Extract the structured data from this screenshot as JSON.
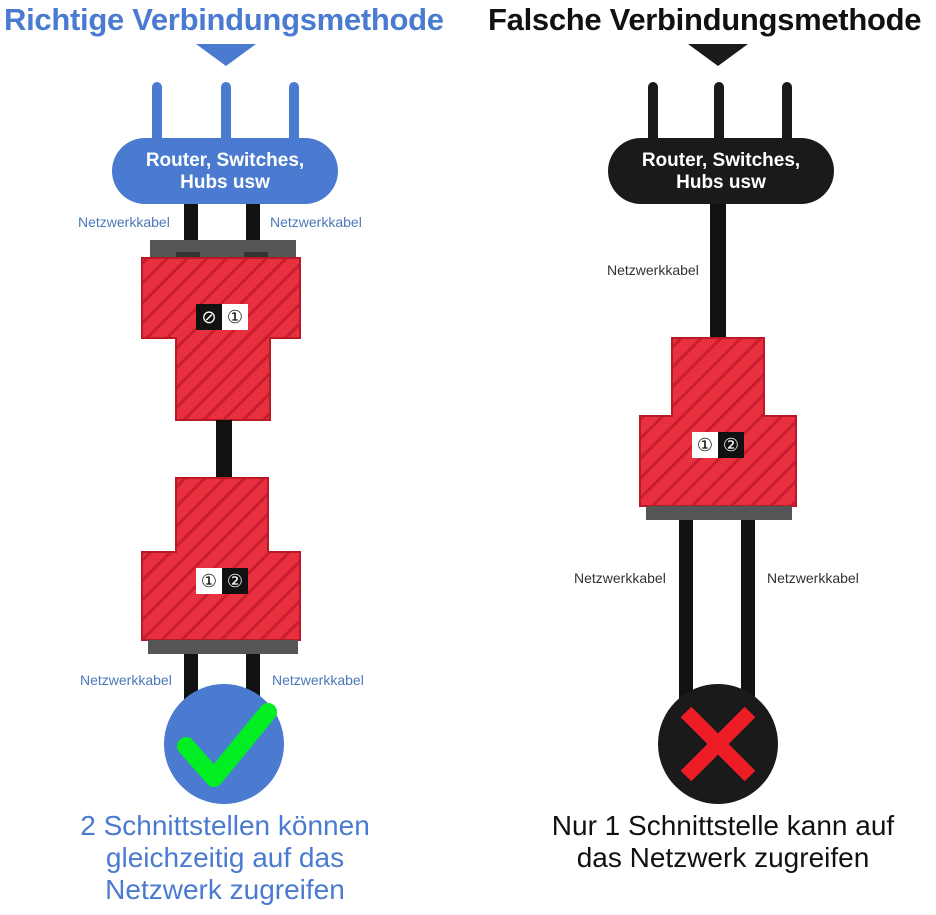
{
  "left": {
    "title": "Richtige Verbindungsmethode",
    "device": {
      "line1": "Router, Switches,",
      "line2": "Hubs usw"
    },
    "cable_label": "Netzwerkkabel",
    "top_ports": [
      "⊘",
      "①"
    ],
    "bottom_ports": [
      "①",
      "②"
    ],
    "caption": {
      "line1": "2 Schnittstellen können",
      "line2": "gleichzeitig auf das",
      "line3": "Netzwerk zugreifen"
    },
    "accent_color": "#4a7bd0",
    "status_icon": "check-icon"
  },
  "right": {
    "title": "Falsche Verbindungsmethode",
    "device": {
      "line1": "Router, Switches,",
      "line2": "Hubs usw"
    },
    "cable_label": "Netzwerkkabel",
    "ports": [
      "①",
      "②"
    ],
    "caption": {
      "line1": "Nur 1 Schnittstelle kann auf",
      "line2": "das Netzwerk zugreifen"
    },
    "accent_color": "#1a1a1a",
    "status_icon": "cross-icon"
  }
}
